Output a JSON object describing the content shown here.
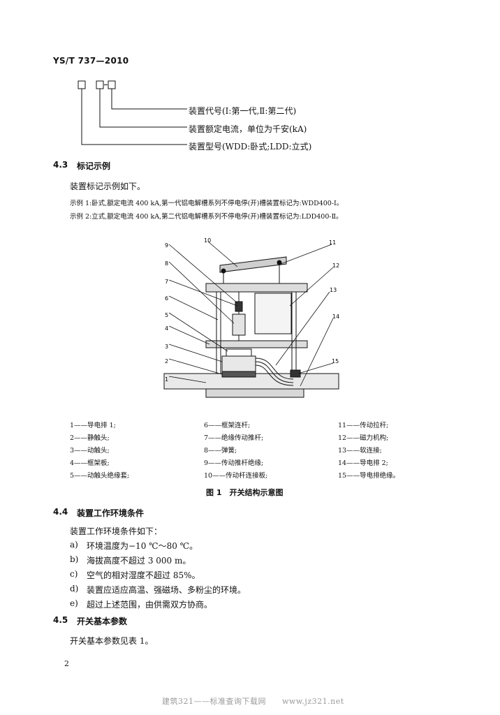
{
  "header": {
    "code": "YS/T 737—2010"
  },
  "code_structure": {
    "items": [
      "装置代号(Ⅰ:第一代,Ⅱ:第二代)",
      "装置额定电流，单位为千安(kA)",
      "装置型号(WDD:卧式;LDD:立式)"
    ]
  },
  "s43": {
    "number": "4.3",
    "title": "标记示例",
    "intro": "装置标记示例如下。",
    "example1": "示例 1:卧式,额定电流 400 kA,第一代铝电解槽系列不停电停(开)槽装置标记为:WDD400-Ⅰ。",
    "example2": "示例 2:立式,额定电流 400 kA,第二代铝电解槽系列不停电停(开)槽装置标记为:LDD400-Ⅱ。"
  },
  "figure": {
    "callouts": [
      "1",
      "2",
      "3",
      "4",
      "5",
      "6",
      "7",
      "8",
      "9",
      "10",
      "11",
      "12",
      "13",
      "14",
      "15"
    ],
    "legend": [
      "1——导电排 1;",
      "2——静触头;",
      "3——动触头;",
      "4——框架板;",
      "5——动触头绝缘套;",
      "6——框架连杆;",
      "7——绝缘传动推杆;",
      "8——弹簧;",
      "9——传动推杆绝缘;",
      "10——传动杆连接板;",
      "11——传动拉杆;",
      "12——磁力机构;",
      "13——软连接;",
      "14——导电排 2;",
      "15——导电排绝缘。"
    ],
    "caption": "图 1　开关结构示意图"
  },
  "s44": {
    "number": "4.4",
    "title": "装置工作环境条件",
    "intro": "装置工作环境条件如下：",
    "items": [
      {
        "label": "a)",
        "text": "环境温度为−10 ℃～80 ℃。"
      },
      {
        "label": "b)",
        "text": "海拔高度不超过 3 000 m。"
      },
      {
        "label": "c)",
        "text": "空气的相对湿度不超过 85%。"
      },
      {
        "label": "d)",
        "text": "装置应适应高温、强磁场、多粉尘的环境。"
      },
      {
        "label": "e)",
        "text": "超过上述范围，由供需双方协商。"
      }
    ]
  },
  "s45": {
    "number": "4.5",
    "title": "开关基本参数",
    "intro": "开关基本参数见表 1。"
  },
  "page_number": "2",
  "footer": "建筑321——标准查询下载网　　www.jz321.net"
}
